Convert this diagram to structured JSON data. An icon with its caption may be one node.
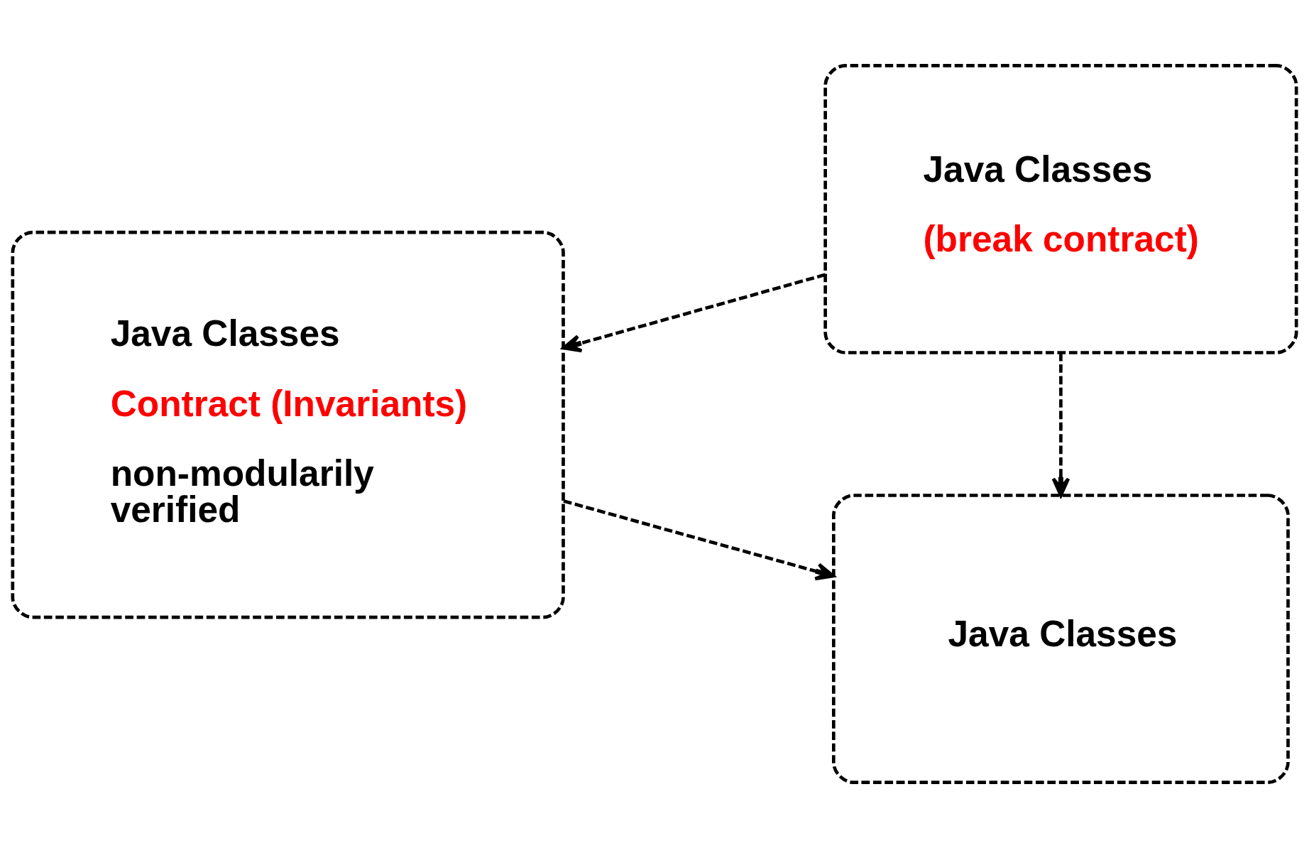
{
  "diagram": {
    "nodes": [
      {
        "text": [
          "Java Classes",
          "Contract (Invariants)",
          "non-modularily verified"
        ]
      },
      {
        "text": [
          "Java Classes"
        ]
      },
      {
        "text": [
          "Java Classes",
          "(break contract)"
        ]
      }
    ],
    "edges": [
      {
        "from": 0,
        "to": 1,
        "arrow": "to",
        "style": "dashed"
      },
      {
        "from": 2,
        "to": 1,
        "arrow": "to",
        "style": "dashed"
      },
      {
        "from": 2,
        "to": 0,
        "arrow": "to",
        "style": "dashed"
      }
    ]
  }
}
